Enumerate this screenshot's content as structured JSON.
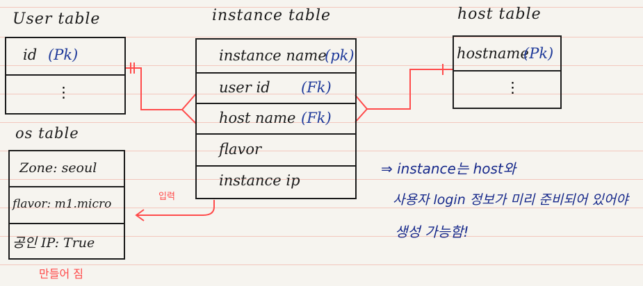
{
  "user_table": {
    "title": "User table",
    "rows": [
      {
        "name": "id",
        "key": "(Pk)"
      },
      {
        "name": "⋮",
        "key": ""
      }
    ]
  },
  "instance_table": {
    "title": "instance table",
    "rows": [
      {
        "name": "instance name",
        "key": "(pk)"
      },
      {
        "name": "user id",
        "key": "(Fk)"
      },
      {
        "name": "host name",
        "key": "(Fk)"
      },
      {
        "name": "flavor",
        "key": ""
      },
      {
        "name": "instance ip",
        "key": ""
      }
    ]
  },
  "host_table": {
    "title": "host table",
    "rows": [
      {
        "name": "hostname",
        "key": "(Pk)"
      },
      {
        "name": "⋮",
        "key": ""
      }
    ]
  },
  "os_table": {
    "title": "os table",
    "rows": [
      {
        "name": "Zone: seoul"
      },
      {
        "name": "flavor: m1.micro"
      },
      {
        "name": "공인 IP: True"
      }
    ],
    "caption": "만들어 짐"
  },
  "arrow_label": "입력",
  "note": {
    "line1": "⇒ instance는 host와",
    "line2": "사용자 login 정보가 미리 준비되어 있어야",
    "line3": "생성 가능함!"
  },
  "colors": {
    "ink": "#1a1a1a",
    "key_blue": "#1f3a9a",
    "relation_red": "#ff4a4a",
    "note_navy": "#16288a",
    "ruled_line": "#f3c6bc"
  }
}
